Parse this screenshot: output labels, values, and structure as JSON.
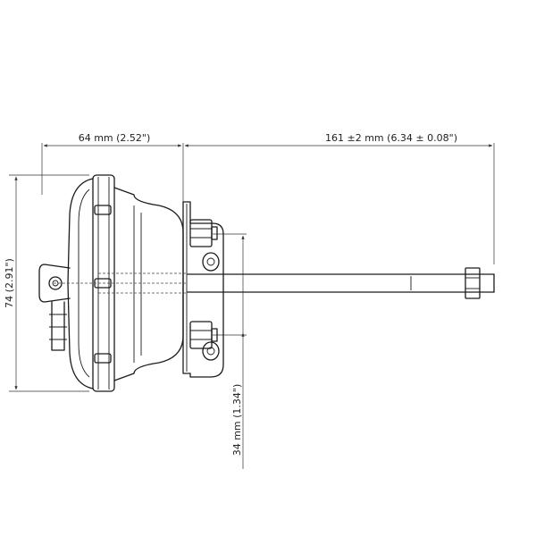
{
  "dimensions": {
    "body_width": "64 mm (2.52\")",
    "rod_length": "161 ±2  mm (6.34 ± 0.08\")",
    "height": "74 (2.91\")",
    "bolt_spacing": "34 mm (1.34\")"
  },
  "colors": {
    "line": "#1a1a1a",
    "background": "#ffffff"
  }
}
